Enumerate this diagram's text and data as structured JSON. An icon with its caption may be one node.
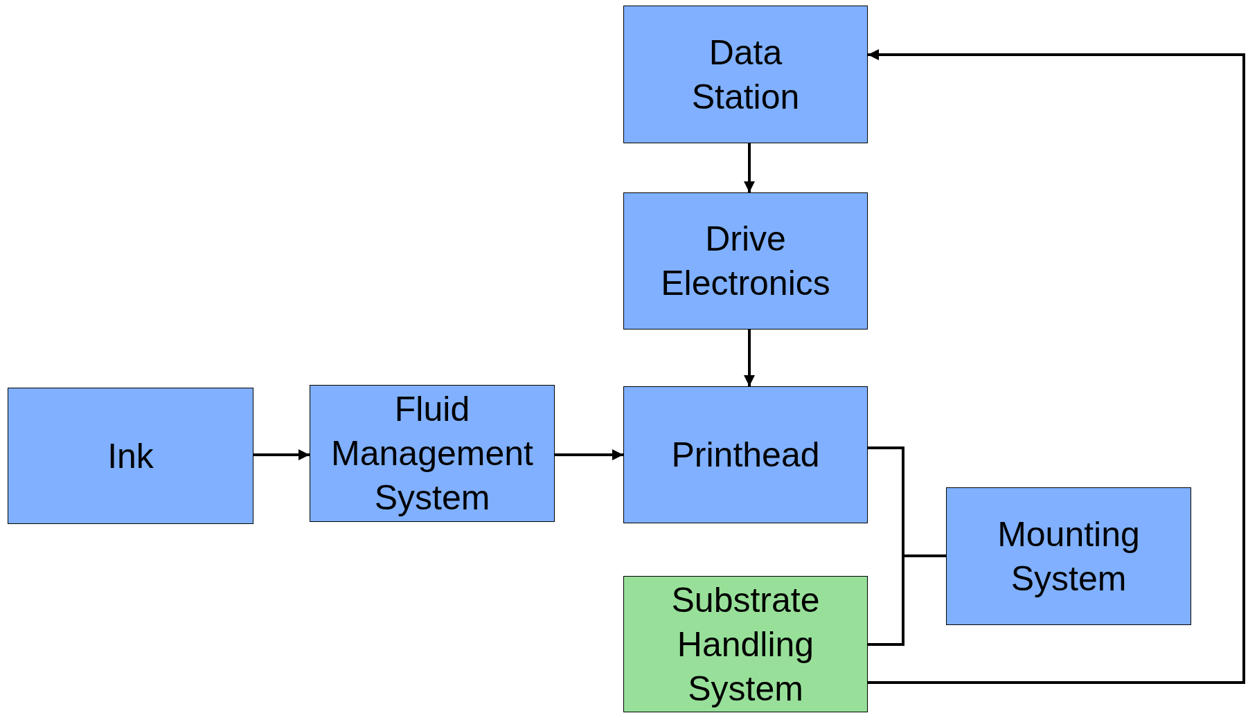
{
  "diagram": {
    "nodes": [
      {
        "text": [
          "Data Station"
        ]
      },
      {
        "text": [
          "Drive Electronics"
        ]
      },
      {
        "text": [
          "Ink"
        ]
      },
      {
        "text": [
          "Fluid Management System"
        ]
      },
      {
        "text": [
          "Printhead"
        ]
      },
      {
        "text": [
          "Mounting System"
        ]
      },
      {
        "text": [
          "Substrate Handling System"
        ]
      }
    ],
    "edges": [
      {
        "from": 0,
        "to": 1,
        "arrow": "to"
      },
      {
        "from": 1,
        "to": 4,
        "arrow": "to"
      },
      {
        "from": 2,
        "to": 3,
        "arrow": "to"
      },
      {
        "from": 3,
        "to": 4,
        "arrow": "to"
      },
      {
        "from": 4,
        "to": 5,
        "arrow": "none"
      },
      {
        "from": 6,
        "to": 5,
        "arrow": "none"
      },
      {
        "from": 6,
        "to": 0,
        "arrow": "to"
      }
    ]
  }
}
